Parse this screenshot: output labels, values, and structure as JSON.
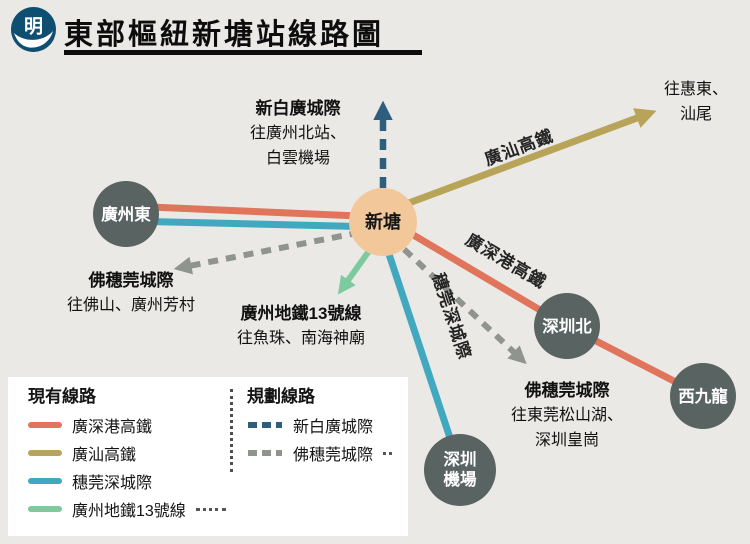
{
  "header": {
    "logo_char": "明",
    "title": "東部樞紐新塘站線路圖"
  },
  "hub": {
    "label": "新塘"
  },
  "stations": {
    "guangzhou_east": "廣州東",
    "shenzhen_north": "深圳北",
    "west_kowloon": "西九龍",
    "airport_line1": "深圳",
    "airport_line2": "機場"
  },
  "line_labels": {
    "guangshan": "廣汕高鐵",
    "guangshengang": "廣深港高鐵",
    "suiwanshen": "穗莞深城際"
  },
  "annotations": {
    "xinbaiguang_title": "新白廣城際",
    "xinbaiguang_line1": "往廣州北站、",
    "xinbaiguang_line2": "白雲機場",
    "huidong_line1": "往惠東、",
    "huidong_line2": "汕尾",
    "foshan_title": "佛穗莞城際",
    "foshan_line1": "往佛山、廣州芳村",
    "metro13_title": "廣州地鐵13號線",
    "metro13_line1": "往魚珠、南海神廟",
    "dongguan_title": "佛穗莞城際",
    "dongguan_line1": "往東莞松山湖、",
    "dongguan_line2": "深圳皇崗"
  },
  "colors": {
    "red": "#E0755B",
    "olive": "#B8A458",
    "teal": "#41A8C0",
    "green": "#7ECA9F",
    "navy": "#2E5E7E",
    "gray": "#8F948E",
    "station": "#596361",
    "hub": "#F2C89B",
    "background": "#EAE9E6"
  },
  "legend": {
    "existing_title": "現有線路",
    "planned_title": "規劃線路",
    "existing": [
      {
        "label": "廣深港高鐵",
        "color": "#E0755B",
        "style": "solid"
      },
      {
        "label": "廣汕高鐵",
        "color": "#B8A458",
        "style": "solid"
      },
      {
        "label": "穗莞深城際",
        "color": "#41A8C0",
        "style": "solid"
      },
      {
        "label": "廣州地鐵13號線",
        "color": "#7ECA9F",
        "style": "solid"
      }
    ],
    "planned": [
      {
        "label": "新白廣城際",
        "color": "#2E5E7E",
        "style": "dashed"
      },
      {
        "label": "佛穗莞城際",
        "color": "#8F948E",
        "style": "dashed"
      }
    ]
  }
}
